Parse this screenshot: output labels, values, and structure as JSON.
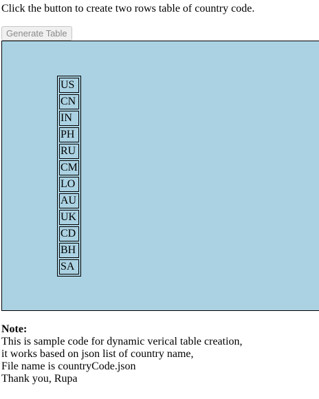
{
  "instruction_text": "Click the button to create two rows table of country code.",
  "generate_button_label": "Generate Table",
  "table_area_background": "#abd2e2",
  "country_codes": [
    "US",
    "CN",
    "IN",
    "PH",
    "RU",
    "CM",
    "LO",
    "AU",
    "UK",
    "CD",
    "BH",
    "SA"
  ],
  "note": {
    "title": "Note:",
    "lines": [
      "This is sample code for dynamic verical table creation,",
      "it works based on json list of country name,",
      "File name is countryCode.json",
      "Thank you, Rupa"
    ]
  }
}
